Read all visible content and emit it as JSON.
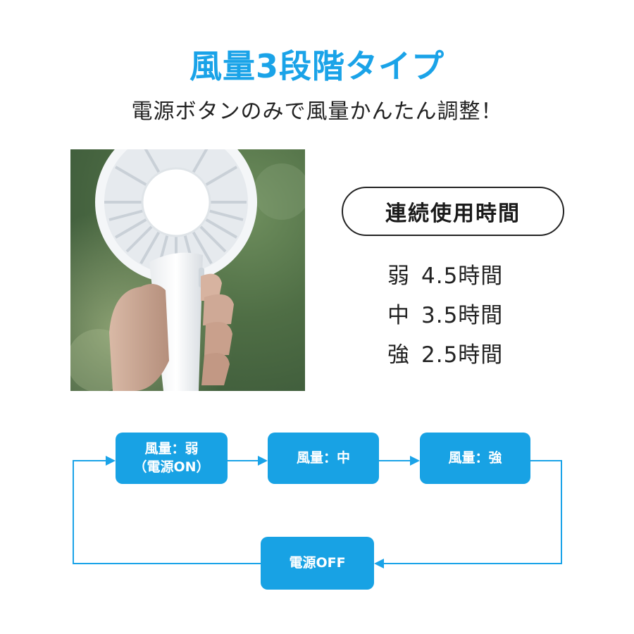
{
  "colors": {
    "accent": "#1aa3e8",
    "box": "#18a2e4",
    "line": "#1aa3e8",
    "text": "#222222"
  },
  "header": {
    "title": "風量3段階タイプ",
    "subtitle": "電源ボタンのみで風量かんたん調整！"
  },
  "photo": {
    "icon": "hand-held-fan-photo"
  },
  "usage": {
    "heading": "連続使用時間",
    "rows": [
      {
        "level": "弱",
        "time": "4.5時間"
      },
      {
        "level": "中",
        "time": "3.5時間"
      },
      {
        "level": "強",
        "time": "2.5時間"
      }
    ]
  },
  "flow": {
    "weak_line1": "風量：弱",
    "weak_line2": "（電源ON）",
    "mid": "風量：中",
    "strong": "風量：強",
    "off": "電源OFF"
  }
}
